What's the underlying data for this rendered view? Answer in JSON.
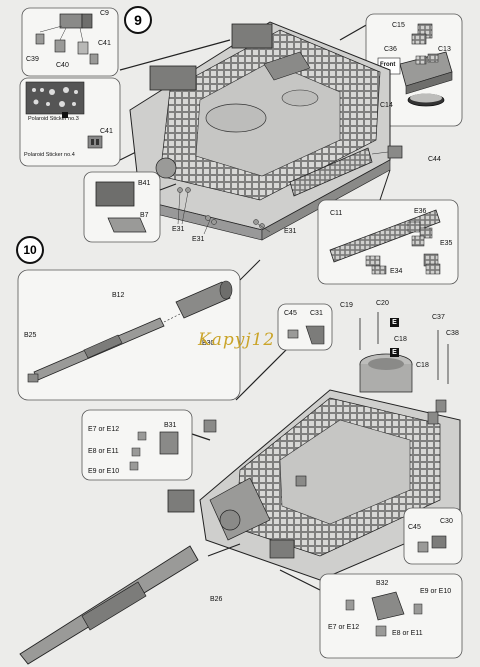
{
  "steps": {
    "step9": "9",
    "step10": "10"
  },
  "watermark": "Kapyj12",
  "front_label": "Front",
  "stickers": {
    "s3": "Polaroid Sticker no.3",
    "s4": "Polaroid Sticker no.4"
  },
  "step9_labels": {
    "c9": "C9",
    "c39": "C39",
    "c40": "C40",
    "c41a": "C41",
    "c41b": "C41",
    "c15": "C15",
    "c36": "C36",
    "c13": "C13",
    "c14": "C14",
    "c44": "C44",
    "b41": "B41",
    "b7": "B7",
    "e31a": "E31",
    "e31b": "E31",
    "e31c": "E31",
    "c11": "C11",
    "e36": "E36",
    "e35": "E35",
    "e34": "E34"
  },
  "step10_labels": {
    "b12": "B12",
    "b25": "B25",
    "b30": "B30",
    "c45a": "C45",
    "c31": "C31",
    "c19": "C19",
    "c20": "C20",
    "e_badge1": "E",
    "e_badge2": "E",
    "c18a": "C18",
    "c18b": "C18",
    "c37": "C37",
    "c38": "C38",
    "e7e12a": "E7 or E12",
    "e8e11a": "E8 or E11",
    "e9e10a": "E9 or E10",
    "b31": "B31",
    "b26": "B26",
    "c45b": "C45",
    "c30": "C30",
    "b32": "B32",
    "e9e10b": "E9 or E10",
    "e7e12b": "E7 or E12",
    "e8e11b": "E8 or E11"
  },
  "colors": {
    "paper": "#ececea",
    "ink": "#111111",
    "part": "#8a8a88",
    "part_light": "#bdbdbb",
    "watermark": "#caa428"
  }
}
